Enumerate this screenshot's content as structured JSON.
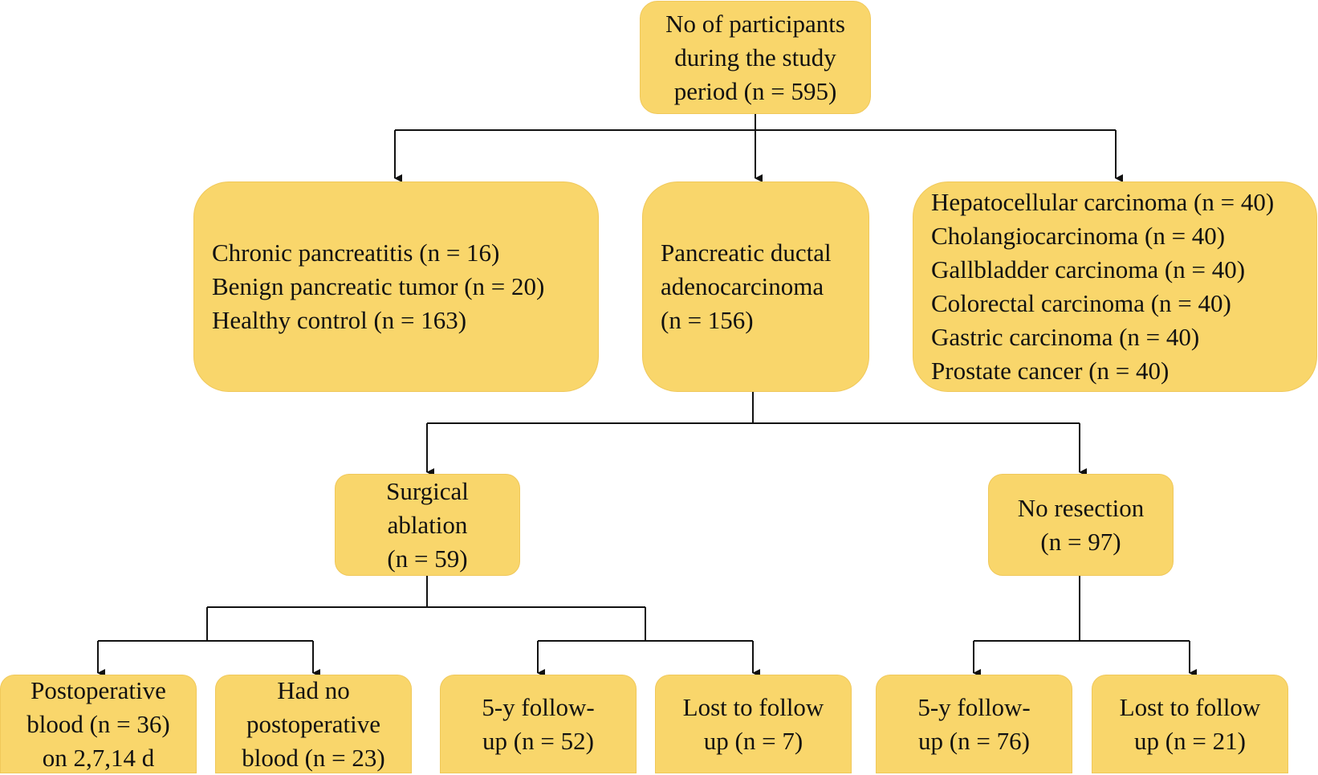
{
  "boxes": {
    "total": [
      "No of participants",
      "during the study",
      "period (n = 595)"
    ],
    "controls": [
      "Chronic pancreatitis (n = 16)",
      "Benign pancreatic tumor (n = 20)",
      "Healthy control (n = 163)"
    ],
    "pdac": [
      "Pancreatic ductal",
      "adenocarcinoma",
      "(n = 156)"
    ],
    "other_cancers": [
      "Hepatocellular carcinoma (n = 40)",
      "Cholangiocarcinoma (n = 40)",
      "Gallbladder carcinoma (n = 40)",
      "Colorectal carcinoma (n = 40)",
      "Gastric carcinoma (n = 40)",
      "Prostate cancer (n = 40)"
    ],
    "surgical": [
      "Surgical",
      "ablation",
      "(n = 59)"
    ],
    "no_resection": [
      "No resection",
      "(n = 97)"
    ],
    "postop_blood": [
      "Postoperative",
      "blood (n = 36)",
      "on 2,7,14 d"
    ],
    "no_postop_blood": [
      "Had no",
      "postoperative",
      "blood (n = 23)"
    ],
    "surg_followup": [
      "5-y follow-",
      "up (n = 52)"
    ],
    "surg_lost": [
      "Lost to follow",
      "up (n = 7)"
    ],
    "nores_followup": [
      "5-y follow-",
      "up (n = 76)"
    ],
    "nores_lost": [
      "Lost to follow",
      "up (n = 21)"
    ]
  },
  "colors": {
    "box_fill": "#f9d66b",
    "box_border": "#f0c85a",
    "connector": "#111111",
    "text": "#111111"
  }
}
